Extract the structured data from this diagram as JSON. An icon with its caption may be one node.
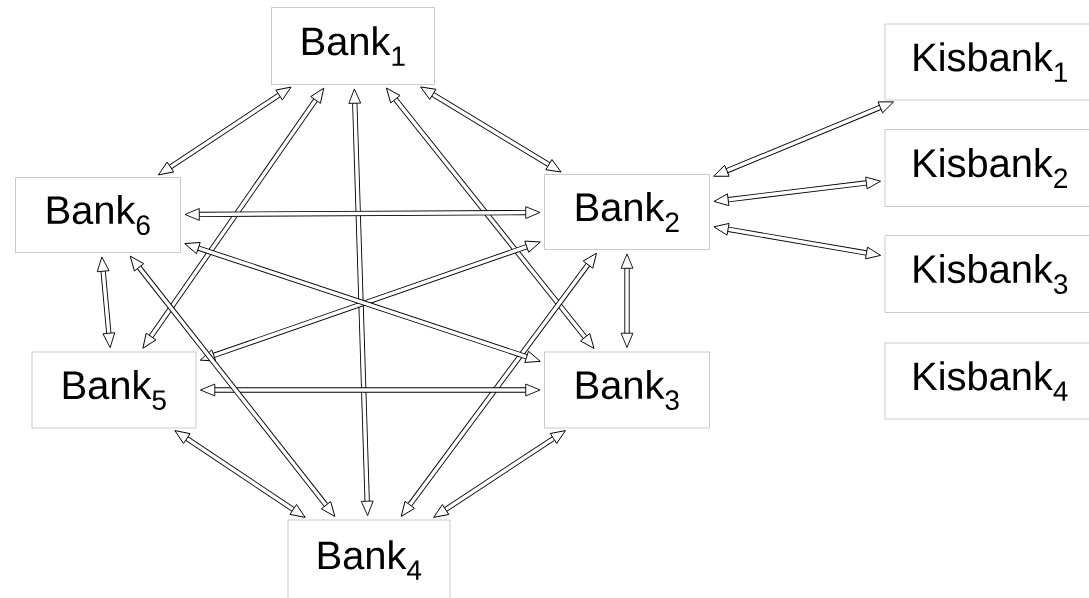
{
  "diagram": {
    "nodes": [
      {
        "text": [
          "Bank$_{1}$"
        ]
      },
      {
        "text": [
          "Bank$_{2}$"
        ]
      },
      {
        "text": [
          "Bank$_{3}$"
        ]
      },
      {
        "text": [
          "Bank$_{4}$"
        ]
      },
      {
        "text": [
          "Bank$_{5}$"
        ]
      },
      {
        "text": [
          "Bank$_{6}$"
        ]
      },
      {
        "text": [
          "Kisbank$_{1}$"
        ]
      },
      {
        "text": [
          "Kisbank$_{2}$"
        ]
      },
      {
        "text": [
          "Kisbank$_{3}$"
        ]
      },
      {
        "text": [
          "Kisbank$_{4}$"
        ]
      }
    ],
    "edges": [
      {
        "from": 0,
        "to": 1,
        "arrow": "both"
      },
      {
        "from": 0,
        "to": 2,
        "arrow": "both"
      },
      {
        "from": 0,
        "to": 3,
        "arrow": "both"
      },
      {
        "from": 0,
        "to": 4,
        "arrow": "both"
      },
      {
        "from": 0,
        "to": 5,
        "arrow": "both"
      },
      {
        "from": 1,
        "to": 2,
        "arrow": "both"
      },
      {
        "from": 1,
        "to": 3,
        "arrow": "both"
      },
      {
        "from": 1,
        "to": 4,
        "arrow": "both"
      },
      {
        "from": 1,
        "to": 5,
        "arrow": "both"
      },
      {
        "from": 2,
        "to": 3,
        "arrow": "both"
      },
      {
        "from": 2,
        "to": 4,
        "arrow": "both"
      },
      {
        "from": 2,
        "to": 5,
        "arrow": "both"
      },
      {
        "from": 3,
        "to": 4,
        "arrow": "both"
      },
      {
        "from": 3,
        "to": 5,
        "arrow": "both"
      },
      {
        "from": 4,
        "to": 5,
        "arrow": "both"
      },
      {
        "from": 1,
        "to": 6,
        "arrow": "both"
      },
      {
        "from": 1,
        "to": 7,
        "arrow": "both"
      },
      {
        "from": 1,
        "to": 8,
        "arrow": "both"
      }
    ]
  }
}
